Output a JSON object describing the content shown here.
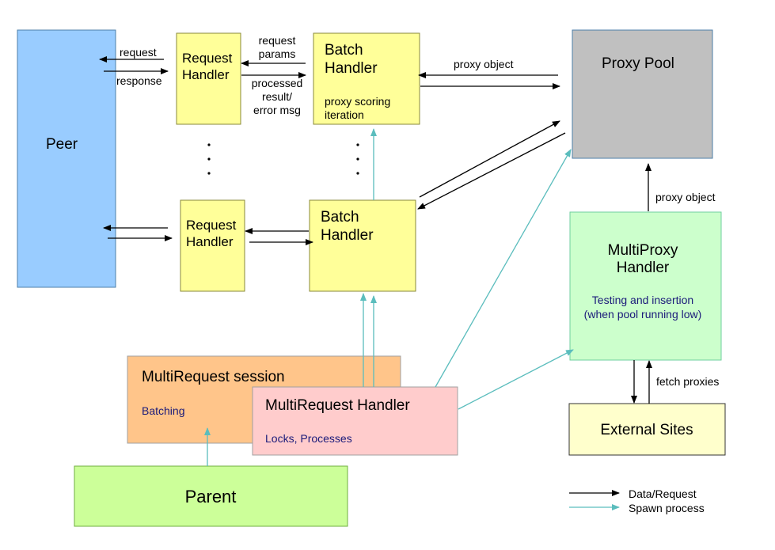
{
  "nodes": {
    "peer": {
      "label": "Peer"
    },
    "request_handler_top": {
      "line1": "Request",
      "line2": "Handler"
    },
    "request_handler_bottom": {
      "line1": "Request",
      "line2": "Handler"
    },
    "batch_handler_top": {
      "line1": "Batch",
      "line2": "Handler",
      "note1": "proxy scoring",
      "note2": "iteration"
    },
    "batch_handler_bottom": {
      "line1": "Batch",
      "line2": "Handler"
    },
    "proxy_pool": {
      "label": "Proxy Pool"
    },
    "multiproxy_handler": {
      "line1": "MultiProxy",
      "line2": "Handler",
      "note1": "Testing and insertion",
      "note2": "(when pool running low)"
    },
    "external_sites": {
      "label": "External Sites"
    },
    "multirequest_session": {
      "label": "MultiRequest session",
      "note": "Batching"
    },
    "multirequest_handler": {
      "label": "MultiRequest Handler",
      "note": "Locks, Processes"
    },
    "parent": {
      "label": "Parent"
    }
  },
  "edge_labels": {
    "request": "request",
    "response": "response",
    "request_params_1": "request",
    "request_params_2": "params",
    "processed_1": "processed",
    "processed_2": "result/",
    "processed_3": "error msg",
    "proxy_object_top": "proxy object",
    "proxy_object_right": "proxy object",
    "fetch_proxies": "fetch proxies"
  },
  "legend": {
    "data_request": "Data/Request",
    "spawn_process": "Spawn process"
  },
  "colors": {
    "peer": "#99ccff",
    "handler_yellow": "#ffff99",
    "proxy_pool": "#c0c0c0",
    "multiproxy": "#ccffcc",
    "external_sites": "#ffffcc",
    "session": "#ffc58a",
    "multirequest_handler": "#ffcccc",
    "parent": "#ccff99",
    "data_arrow": "#000000",
    "spawn_arrow": "#5bbdbd"
  }
}
